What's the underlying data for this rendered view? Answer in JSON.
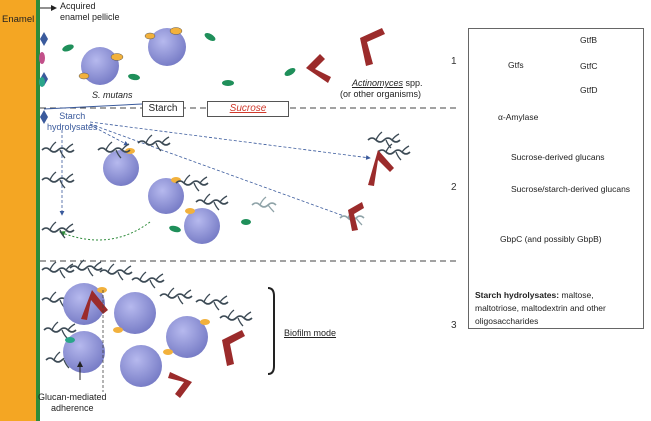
{
  "labels": {
    "enamel": "Enamel",
    "pellicle": "Acquired\nenamel pellicle",
    "s_mutans": "S. mutans",
    "actinomyces_italic": "Actinomyces",
    "actinomyces_rest": " spp.",
    "other_organisms": "(or other organisms)",
    "starch": "Starch",
    "sucrose": "Sucrose",
    "starch_hydrolysates": "Starch\nhydrolysates",
    "biofilm_mode": "Biofilm mode",
    "glucan_adherence": "Glucan-mediated\nadherence"
  },
  "phases": [
    "1",
    "2",
    "3"
  ],
  "legend": {
    "gtfs": "Gtfs",
    "gtfb": "GtfB",
    "gtfc": "GtfC",
    "gtfd": "GtfD",
    "amylase": "α-Amylase",
    "sucrose_glucans": "Sucrose-derived glucans",
    "sucrose_starch_glucans": "Sucrose/starch-derived glucans",
    "gbpc": "GbpC (and possibly GbpB)",
    "hydrolysates_title": "Starch hydrolysates:",
    "hydrolysates_desc": " maltose,\nmaltotriose, maltodextrin and other\noligosaccharides"
  },
  "colors": {
    "enamel": "#f4a623",
    "pellicle": "#2e8b3a",
    "cell": "#8e93d8",
    "gtfb": "#f2b13c",
    "gtfc": "#c2508a",
    "gtfd": "#2aa58a",
    "gtfs": "#1f8f5a",
    "amylase": "#3a5a9c",
    "gbpc": "#9b2b2b",
    "glucan": "#3c4a55",
    "sucrose_text": "#d0392b"
  }
}
